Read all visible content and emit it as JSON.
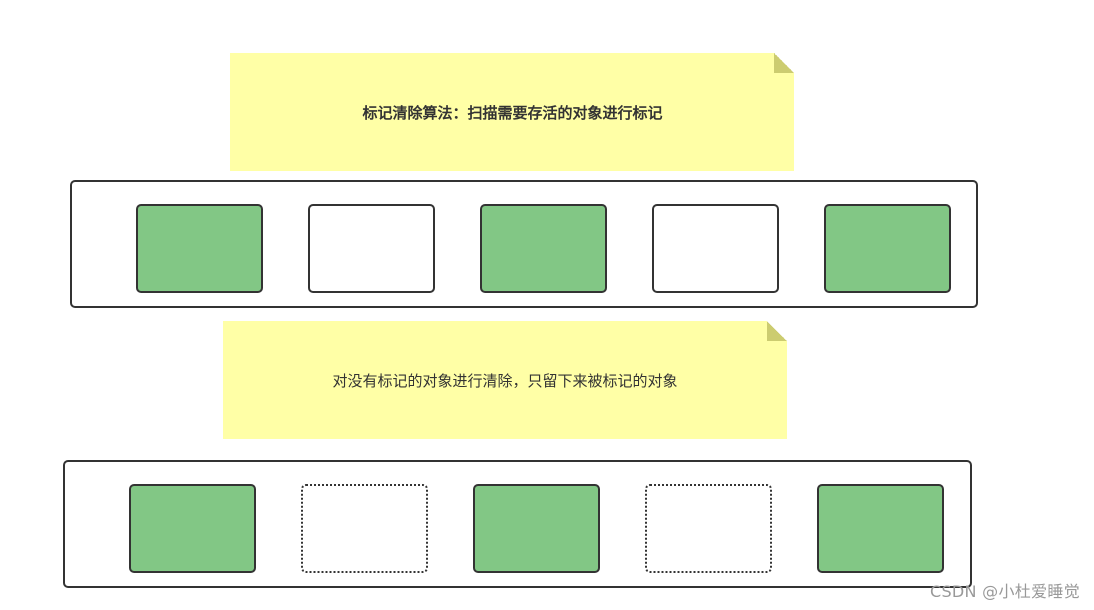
{
  "diagram": {
    "mark_note": {
      "text": "标记清除算法：扫描需要存活的对象进行标记"
    },
    "sweep_note": {
      "text": "对没有标记的对象进行清除，只留下来被标记的对象"
    },
    "rows": [
      {
        "name": "after-mark",
        "blocks": [
          "marked",
          "unmarked",
          "marked",
          "unmarked",
          "marked"
        ]
      },
      {
        "name": "after-sweep",
        "blocks": [
          "marked",
          "freed",
          "marked",
          "freed",
          "marked"
        ]
      }
    ],
    "colors": {
      "note_fill": "#ffffa6",
      "marked_fill": "#82c785",
      "border": "#333333"
    }
  },
  "watermark": {
    "text": "CSDN @小杜爱睡觉"
  }
}
